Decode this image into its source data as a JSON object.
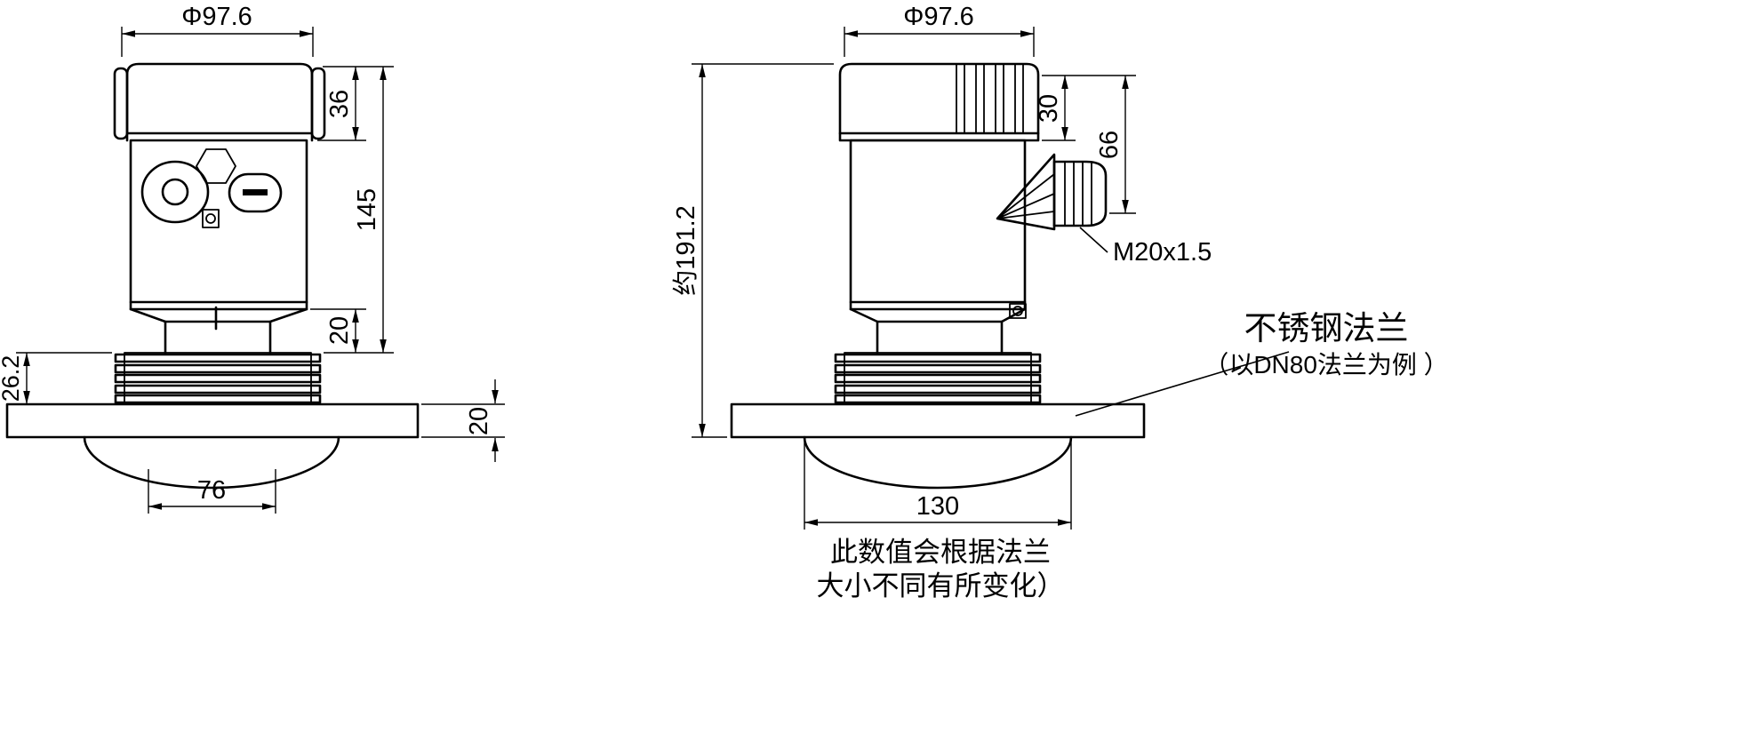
{
  "drawing": {
    "background": "#ffffff",
    "line_color": "#000000",
    "left_view": {
      "dims": {
        "diameter": "Φ97.6",
        "cap_height": "36",
        "body_height": "145",
        "neck_height": "20",
        "thread_height": "26.2",
        "flange_thickness": "20",
        "horn_width": "76"
      }
    },
    "right_view": {
      "dims": {
        "diameter": "Φ97.6",
        "cap_height": "30",
        "gland_height": "66",
        "total_height": "约191.2",
        "cable_gland_thread": "M20x1.5",
        "flange_width": "130"
      },
      "labels": {
        "flange_title": "不锈钢法兰",
        "flange_subtitle": "（以DN80法兰为例 ）",
        "flange_note_line1": "此数值会根据法兰",
        "flange_note_line2": "大小不同有所变化）"
      }
    }
  }
}
